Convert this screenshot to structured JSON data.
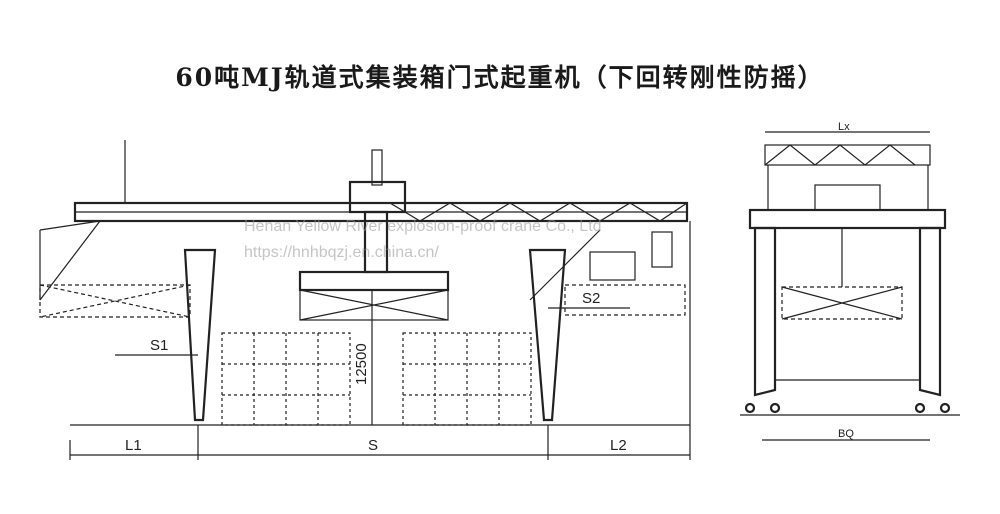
{
  "title": "60吨MJ轨道式集装箱门式起重机（下回转刚性防摇）",
  "labels": {
    "s1": "S1",
    "s2": "S2",
    "height": "12500",
    "l1": "L1",
    "span": "S",
    "l2": "L2",
    "lx": "Lx",
    "bq": "BQ"
  },
  "watermark": {
    "company": "Henan Yellow River explosion-proof crane Co., Ltd",
    "url": "https://hnhbqzj.en.china.cn/"
  }
}
